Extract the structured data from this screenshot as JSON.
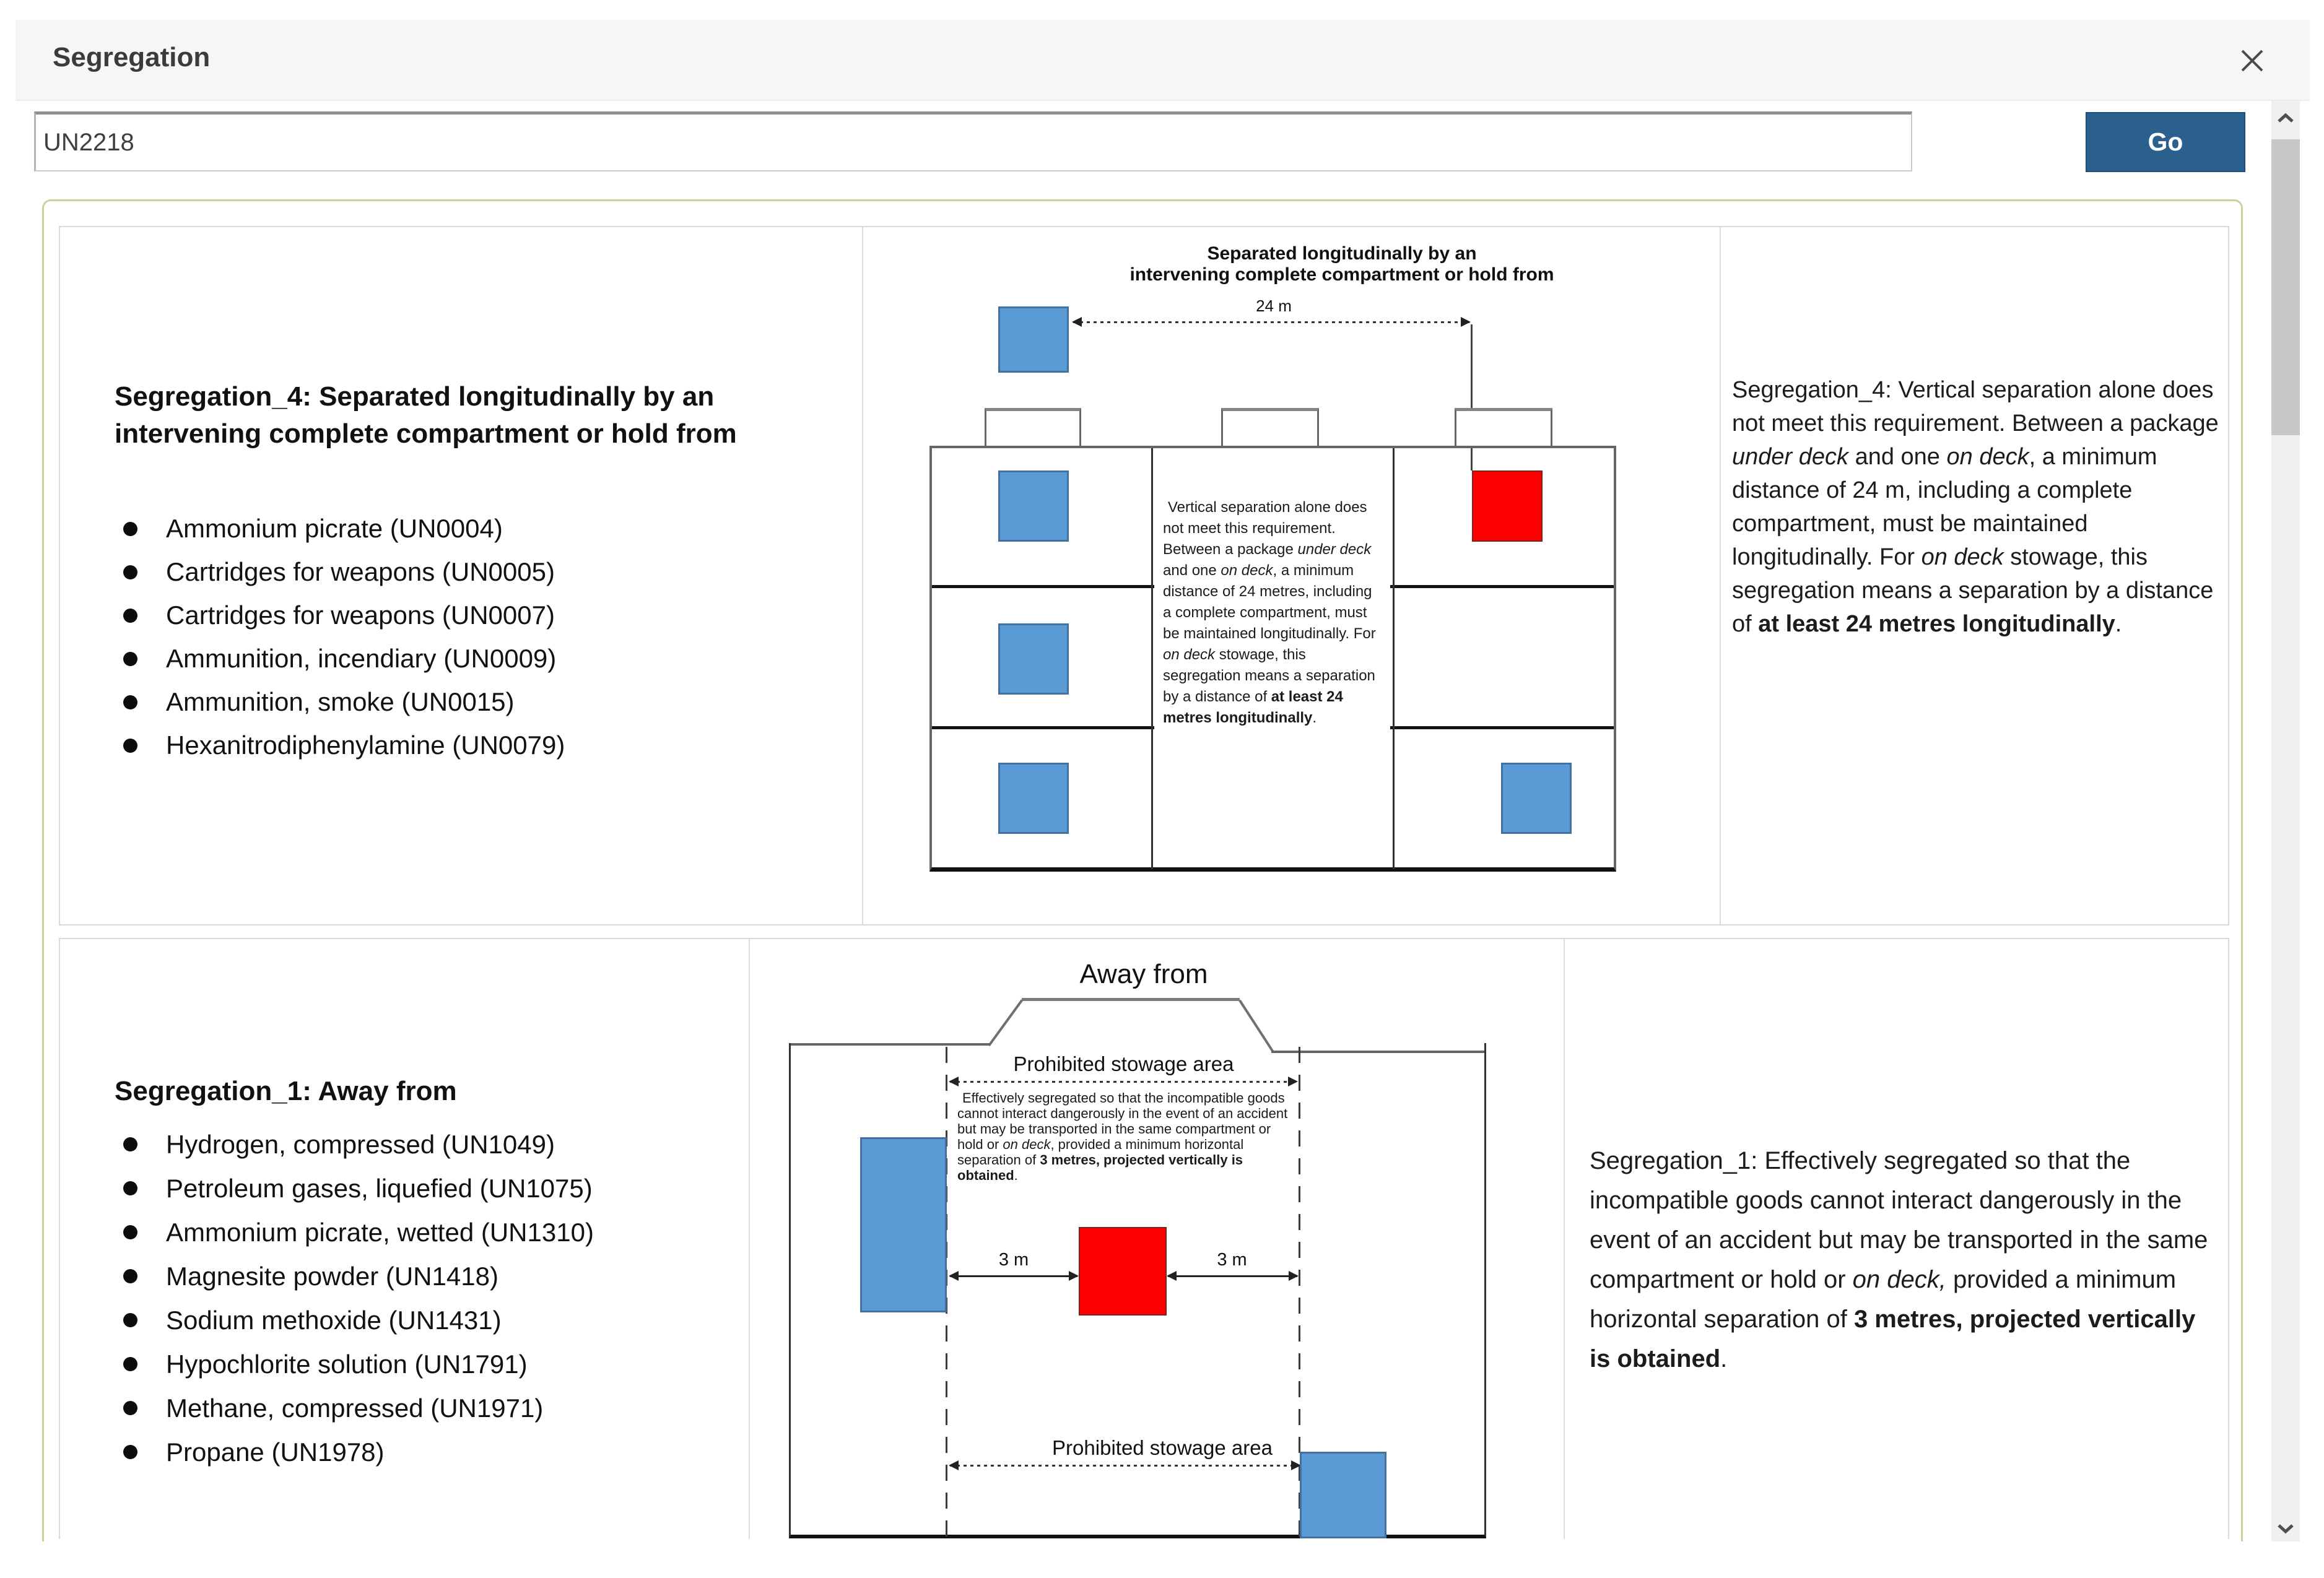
{
  "header": {
    "title": "Segregation"
  },
  "search": {
    "value": "UN2218",
    "go_label": "Go"
  },
  "colors": {
    "go_button": "#2b5f8e",
    "cargo_blue": "#5b9bd5",
    "cargo_red": "#ff0000",
    "panel_border_green": "#c3d69b",
    "card_border": "#d9d9d9"
  },
  "sections": [
    {
      "heading": "Segregation_4: Separated longitudinally by an intervening complete compartment or hold from",
      "items": [
        "Ammonium picrate (UN0004)",
        "Cartridges for weapons (UN0005)",
        "Cartridges for weapons (UN0007)",
        "Ammunition, incendiary (UN0009)",
        "Ammunition, smoke (UN0015)",
        "Hexanitrodiphenylamine (UN0079)"
      ],
      "diagram": {
        "title_line1": "Separated longitudinally by an",
        "title_line2": "intervening complete compartment or hold from",
        "distance_label": "24 m",
        "note_rich": [
          {
            "t": "Vertical separation alone does not meet this requirement. Between a package "
          },
          {
            "t": "under deck",
            "s": "i"
          },
          {
            "t": " and one "
          },
          {
            "t": "on deck",
            "s": "i"
          },
          {
            "t": ", a minimum distance of 24 metres, including a complete compartment, must be maintained longitudinally. For "
          },
          {
            "t": "on deck",
            "s": "i"
          },
          {
            "t": " stowage, this segregation means a separation by a distance of "
          },
          {
            "t": "at least 24 metres longitudinally",
            "s": "b"
          },
          {
            "t": "."
          }
        ]
      },
      "explanation_rich": [
        {
          "t": "Segregation_4: Vertical separation alone does not meet this requirement. Between a package "
        },
        {
          "t": "under deck",
          "s": "i"
        },
        {
          "t": " and one "
        },
        {
          "t": "on deck",
          "s": "i"
        },
        {
          "t": ", a minimum distance of 24 m, including a complete compartment, must be maintained longitudinally. For "
        },
        {
          "t": "on deck",
          "s": "i"
        },
        {
          "t": " stowage, this segregation means a separation by a distance of "
        },
        {
          "t": "at least 24 metres longitudinally",
          "s": "b"
        },
        {
          "t": "."
        }
      ]
    },
    {
      "heading": "Segregation_1: Away from",
      "items": [
        "Hydrogen, compressed (UN1049)",
        "Petroleum gases, liquefied (UN1075)",
        "Ammonium picrate, wetted (UN1310)",
        "Magnesite powder (UN1418)",
        "Sodium methoxide (UN1431)",
        "Hypochlorite solution (UN1791)",
        "Methane, compressed (UN1971)",
        "Propane (UN1978)"
      ],
      "diagram": {
        "title": "Away from",
        "prohibited_top": "Prohibited stowage area",
        "prohibited_bottom": "Prohibited stowage area",
        "left_distance": "3 m",
        "right_distance": "3 m",
        "note_rich": [
          {
            "t": "Effectively segregated so that the incompatible goods cannot interact dangerously in the event of an accident but may be transported in the same compartment or hold or "
          },
          {
            "t": "on deck",
            "s": "i"
          },
          {
            "t": ", provided a minimum horizontal separation of "
          },
          {
            "t": "3 metres, projected vertically is obtained",
            "s": "b"
          },
          {
            "t": "."
          }
        ]
      },
      "explanation_rich": [
        {
          "t": "Segregation_1: Effectively segregated so that the incompatible goods cannot interact dangerously in the event of an accident but may be transported in the same compartment or hold or "
        },
        {
          "t": "on deck,",
          "s": "i"
        },
        {
          "t": " provided a minimum horizontal separation of "
        },
        {
          "t": "3 metres, projected vertically is obtained",
          "s": "b"
        },
        {
          "t": "."
        }
      ]
    }
  ]
}
